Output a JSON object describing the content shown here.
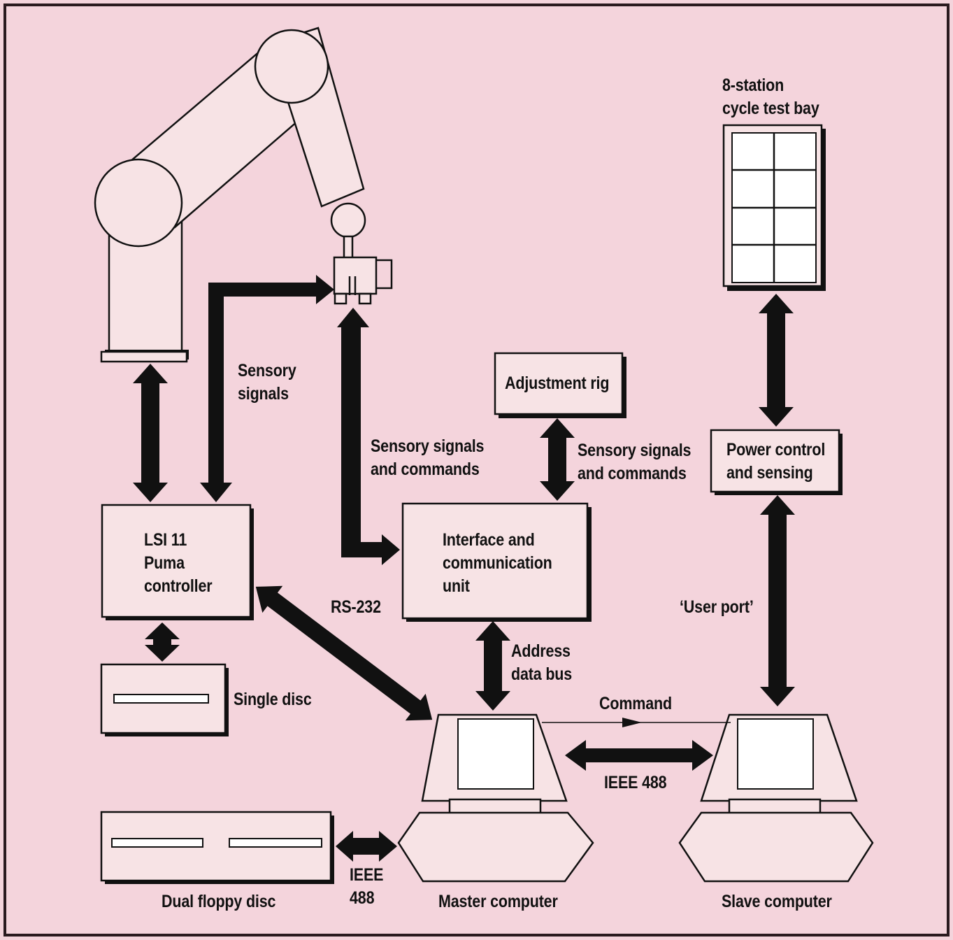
{
  "colors": {
    "background": "#f4d4dc",
    "panel_fill": "#f7e3e5",
    "ink": "#111111"
  },
  "labels": {
    "cycle_test_bay": "8-station\ncycle test bay",
    "sensory_signals_left": "Sensory\nsignals",
    "adjustment_rig": "Adjustment rig",
    "sensory_commands_mid": "Sensory signals\nand commands",
    "sensory_commands_right": "Sensory signals\nand commands",
    "power_control": "Power control\nand sensing",
    "lsi_controller": "LSI 11\nPuma\ncontroller",
    "interface_unit": "Interface and\ncommunication\nunit",
    "rs232": "RS-232",
    "user_port": "‘User port’",
    "address_bus": "Address\ndata bus",
    "single_disc": "Single disc",
    "command": "Command",
    "ieee_master_slave": "IEEE 488",
    "ieee_floppy": "IEEE\n488",
    "dual_floppy": "Dual floppy disc",
    "master_computer": "Master computer",
    "slave_computer": "Slave computer"
  }
}
